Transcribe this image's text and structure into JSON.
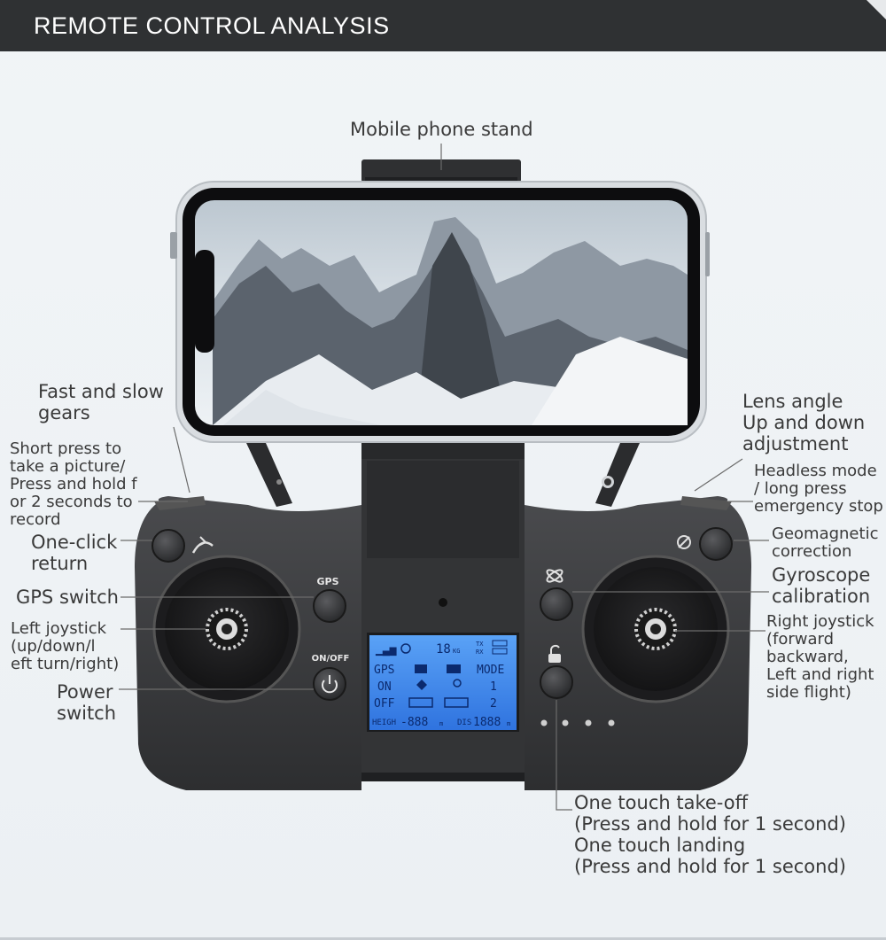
{
  "header": {
    "title": "REMOTE CONTROL ANALYSIS"
  },
  "labels": {
    "phone_stand": "Mobile phone stand",
    "fast_slow": "Fast and slow\ngears",
    "short_press": "Short press to\ntake a picture/\nPress and hold f\nor 2 seconds to\nrecord",
    "one_click_return": "One-click\nreturn",
    "gps_switch": "GPS switch",
    "left_joystick": "Left joystick\n(up/down/l\neft turn/right)",
    "power_switch": "Power\nswitch",
    "lens_angle": "Lens angle\nUp and down\nadjustment",
    "headless": "Headless mode\n/ long press\nemergency stop",
    "geomagnetic": "Geomagnetic\ncorrection",
    "gyroscope": "Gyroscope\ncalibration",
    "right_joystick": "Right joystick\n(forward\nbackward,\nLeft and right\n side flight)",
    "takeoff": "One touch take-off\n(Press and hold for 1 second)\nOne touch landing\n(Press and hold for 1 second)"
  },
  "remote": {
    "gps_button": "GPS",
    "onoff_button": "ON/OFF"
  },
  "lcd": {
    "speed": "18",
    "speed_unit": "KG",
    "tx": "TX",
    "rx": "RX",
    "gps": "GPS",
    "mode": "MODE",
    "on": "ON",
    "one": "1",
    "off": "OFF",
    "two": "2",
    "heigh": "HEIGH",
    "heigh_val": "-888",
    "heigh_unit": "m",
    "dis": "DIS",
    "dis_val": "1888",
    "dis_unit": "m"
  },
  "colors": {
    "header_bg": "#2f3133",
    "remote_body": "#3a3b3d",
    "lcd": "#3d86ea",
    "label_text": "#3a3a3a",
    "leader_line": "#6b6b6b"
  }
}
